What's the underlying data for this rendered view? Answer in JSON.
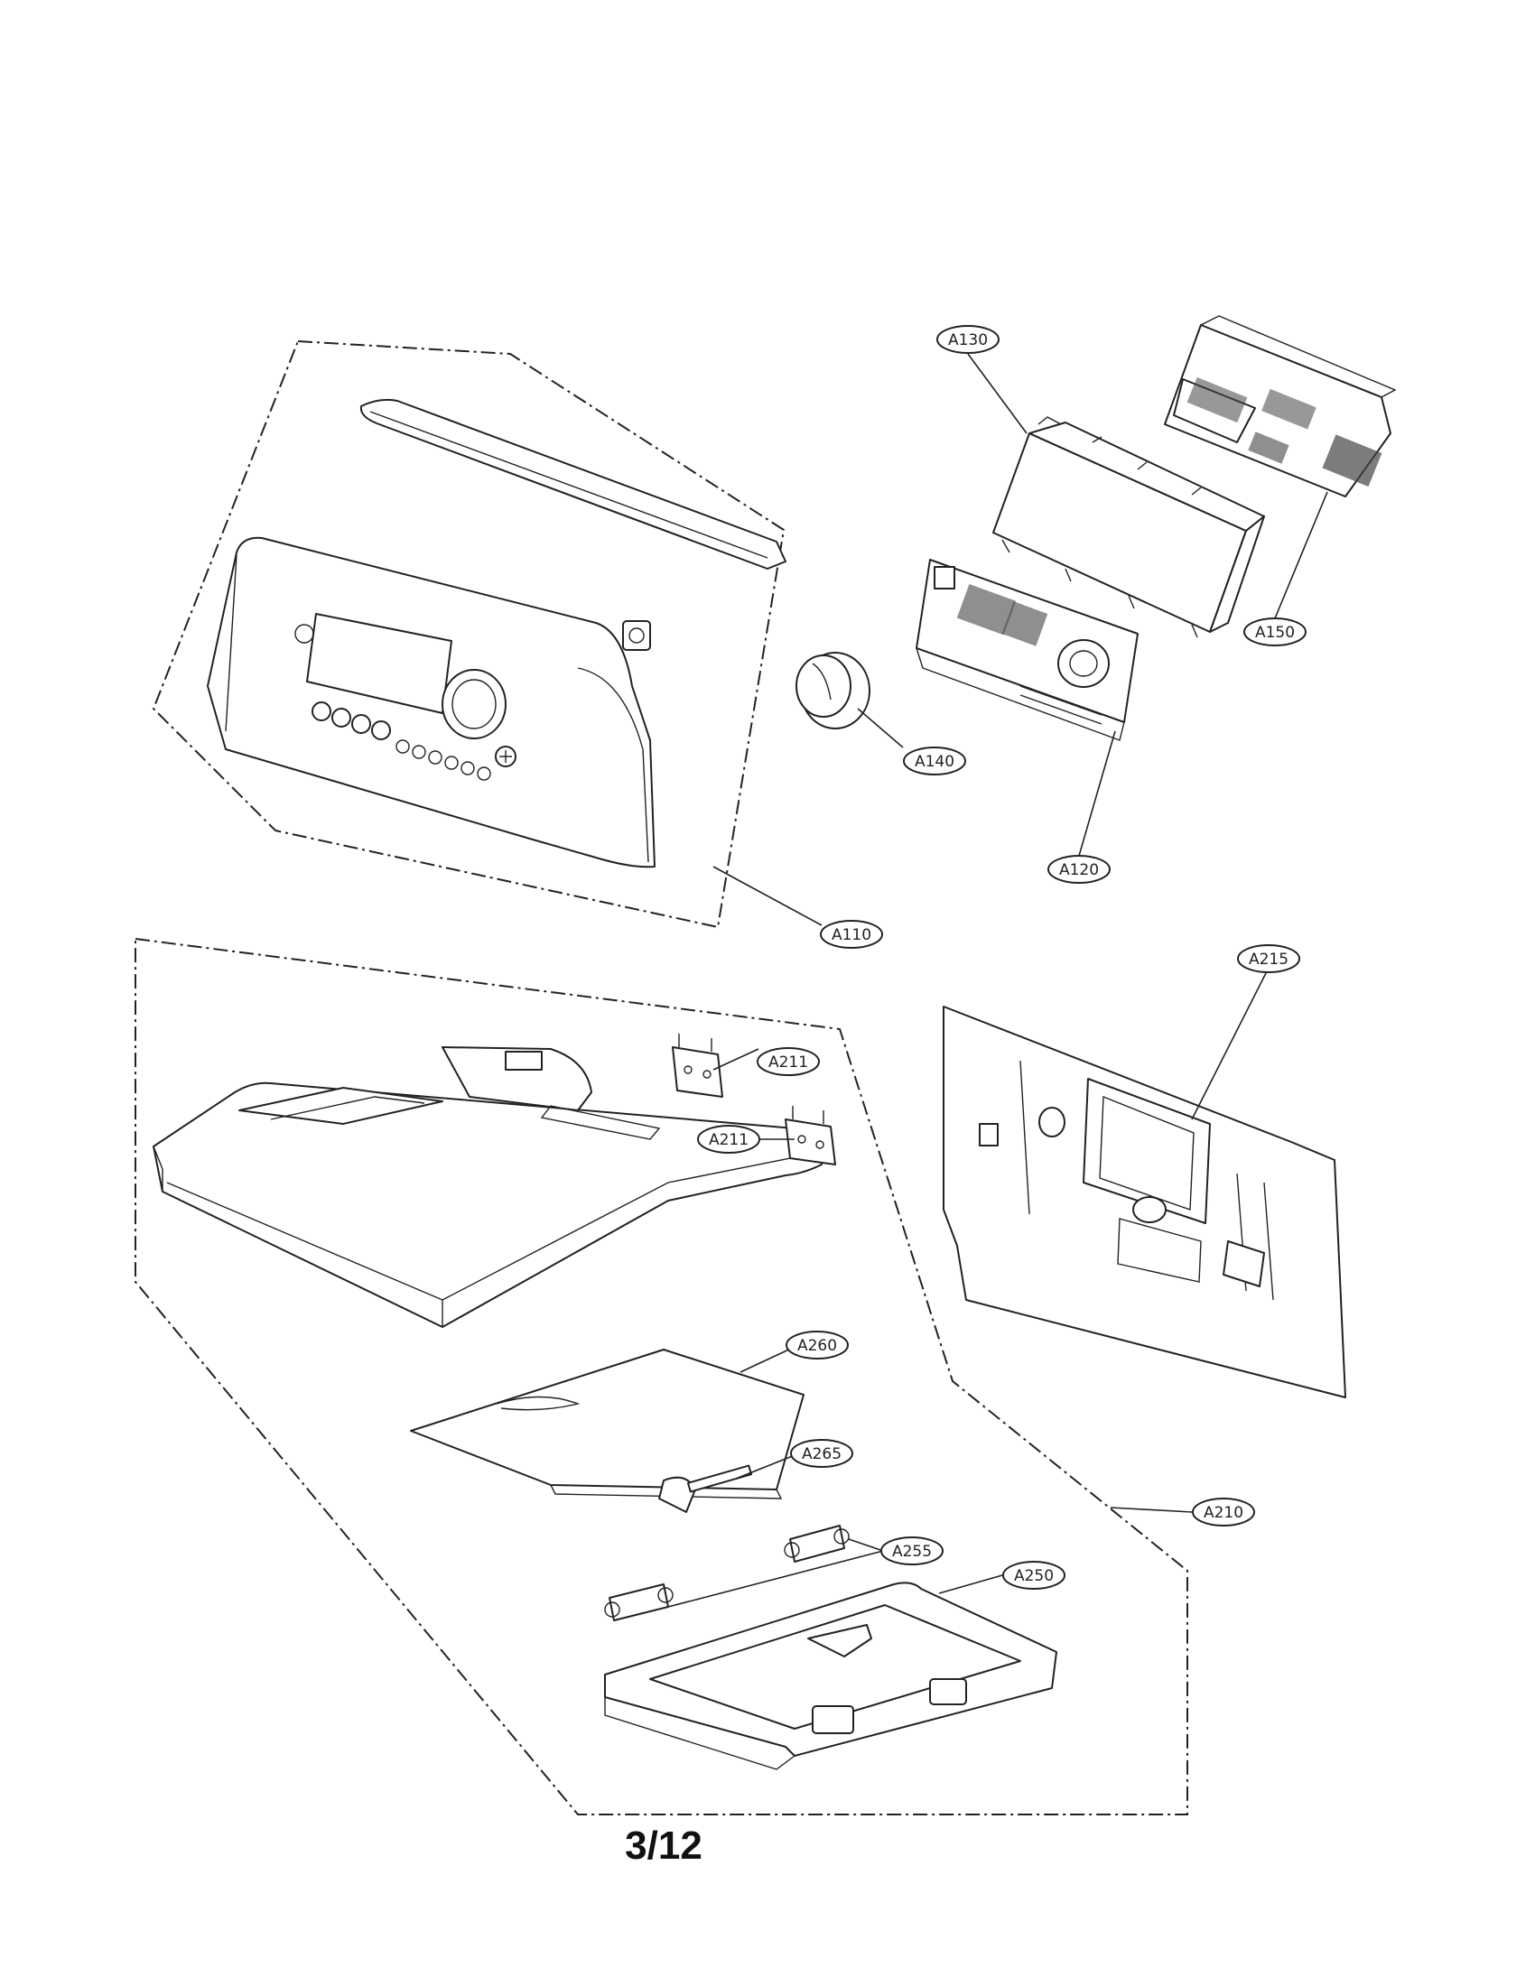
{
  "page": {
    "number": "3/12"
  },
  "callouts": {
    "a130": "A130",
    "a150": "A150",
    "a140": "A140",
    "a120": "A120",
    "a110": "A110",
    "a215": "A215",
    "a211_upper": "A211",
    "a211_lower": "A211",
    "a260": "A260",
    "a265": "A265",
    "a255": "A255",
    "a250": "A250",
    "a210": "A210"
  }
}
